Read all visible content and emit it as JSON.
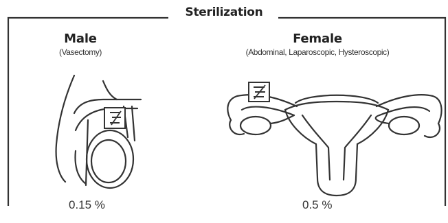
{
  "title": "Sterilization",
  "male": {
    "label": "Male",
    "procedure": "(Vasectomy)",
    "rate": "0.15 %"
  },
  "female": {
    "label": "Female",
    "procedure": "(Abdominal, Laparoscopic, Hysteroscopic)",
    "rate": "0.5 %"
  },
  "icons": [
    "scissor-cut-icon",
    "scissor-cut-icon"
  ]
}
